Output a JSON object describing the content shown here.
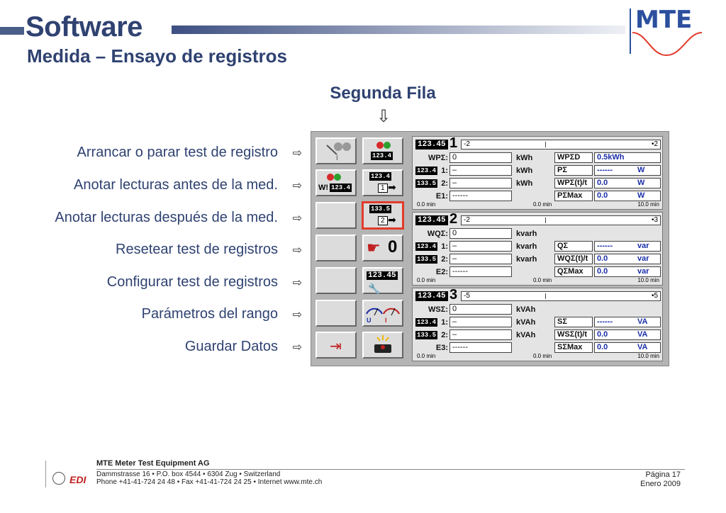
{
  "header": {
    "title": "Software",
    "subtitle": "Medida – Ensayo de registros",
    "logo_text": "MTE"
  },
  "section": {
    "heading": "Segunda Fila",
    "arrow": "⇩"
  },
  "menu": [
    {
      "label": "Arrancar o parar test de registro",
      "arrow": "⇨"
    },
    {
      "label": "Anotar lecturas antes de la med.",
      "arrow": "⇨"
    },
    {
      "label": "Anotar lecturas después de la med.",
      "arrow": "⇨"
    },
    {
      "label": "Resetear test de registros",
      "arrow": "⇨"
    },
    {
      "label": "Configurar test de registros",
      "arrow": "⇨"
    },
    {
      "label": "Parámetros del rango",
      "arrow": "⇨"
    },
    {
      "label": "Guardar Datos",
      "arrow": "⇨"
    }
  ],
  "buttons": {
    "counter_1234": "123.4",
    "counter_12345": "123.45",
    "counter_1335": "133.5",
    "w_prefix": "W!",
    "tag_1": "1",
    "tag_2": "2",
    "reset_zero": "0",
    "meter_u": "U",
    "meter_i": "I",
    "exit_glyph": "⇥"
  },
  "blocks": [
    {
      "num": "1",
      "counter": "123.45",
      "scale_left": "-2",
      "scale_right": "•2",
      "time_left": "0.0 min",
      "time_mid": "0.0 min",
      "time_right": "10.0 min",
      "rows": [
        {
          "label": "WPΣ:",
          "value": "0",
          "unit": "kWh",
          "key": "WPΣD",
          "kval": "0.5kWh",
          "kunit": ""
        },
        {
          "label": "1:",
          "counter": "123.4",
          "value": "–",
          "unit": "kWh",
          "key": "PΣ",
          "kval": "------",
          "kunit": "W"
        },
        {
          "label": "2:",
          "counter": "133.5",
          "value": "–",
          "unit": "kWh",
          "key": "WPΣ(t)/t",
          "kval": "0.0",
          "kunit": "W"
        },
        {
          "label": "E1:",
          "value": "------",
          "unit": "",
          "key": "PΣMax",
          "kval": "0.0",
          "kunit": "W"
        }
      ]
    },
    {
      "num": "2",
      "counter": "123.45",
      "scale_left": "-2",
      "scale_right": "•3",
      "time_left": "0.0 min",
      "time_mid": "0.0 min",
      "time_right": "10.0 min",
      "rows": [
        {
          "label": "WQΣ:",
          "value": "0",
          "unit": "kvarh",
          "key": "",
          "kval": "",
          "kunit": ""
        },
        {
          "label": "1:",
          "counter": "123.4",
          "value": "–",
          "unit": "kvarh",
          "key": "QΣ",
          "kval": "------",
          "kunit": "var"
        },
        {
          "label": "2:",
          "counter": "133.5",
          "value": "–",
          "unit": "kvarh",
          "key": "WQΣ(t)/t",
          "kval": "0.0",
          "kunit": "var"
        },
        {
          "label": "E2:",
          "value": "------",
          "unit": "",
          "key": "QΣMax",
          "kval": "0.0",
          "kunit": "var"
        }
      ]
    },
    {
      "num": "3",
      "counter": "123.45",
      "scale_left": "-5",
      "scale_right": "•5",
      "time_left": "0.0 min",
      "time_mid": "0.0 min",
      "time_right": "10.0 min",
      "rows": [
        {
          "label": "WSΣ:",
          "value": "0",
          "unit": "kVAh",
          "key": "",
          "kval": "",
          "kunit": ""
        },
        {
          "label": "1:",
          "counter": "123.4",
          "value": "–",
          "unit": "kVAh",
          "key": "SΣ",
          "kval": "------",
          "kunit": "VA"
        },
        {
          "label": "2:",
          "counter": "133.5",
          "value": "–",
          "unit": "kVAh",
          "key": "WSΣ(t)/t",
          "kval": "0.0",
          "kunit": "VA"
        },
        {
          "label": "E3:",
          "value": "------",
          "unit": "",
          "key": "SΣMax",
          "kval": "0.0",
          "kunit": "VA"
        }
      ]
    }
  ],
  "footer": {
    "company": "MTE Meter Test Equipment AG",
    "address": "Dammstrasse 16 • P.O. box 4544 • 6304 Zug • Switzerland",
    "contact": "Phone +41-41-724 24 48 • Fax +41-41-724 24 25 • Internet www.mte.ch",
    "edi": "EDI",
    "page": "Página 17",
    "date": "Enero 2009"
  },
  "colors": {
    "title": "#2f4271",
    "accent_red": "#c02020",
    "logo_blue": "#2c4f9e"
  }
}
